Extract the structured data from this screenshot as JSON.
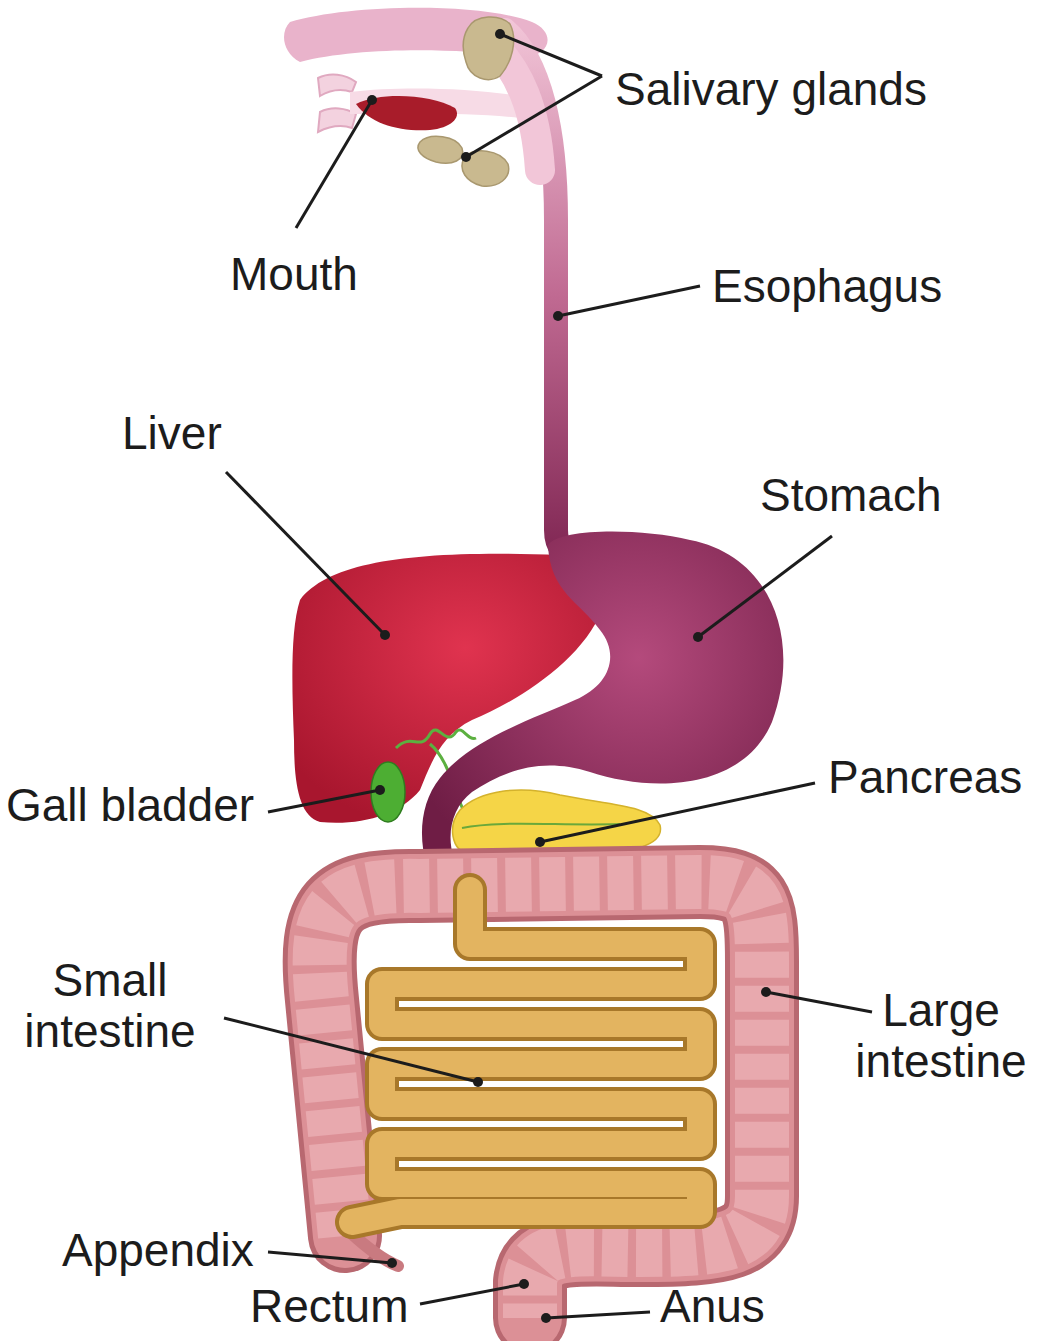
{
  "diagram": {
    "labels": [
      "Salivary glands",
      "Mouth",
      "Esophagus",
      "Liver",
      "Stomach",
      "Gall bladder",
      "Pancreas",
      "Small intestine",
      "Large intestine",
      "Appendix",
      "Rectum",
      "Anus"
    ]
  }
}
